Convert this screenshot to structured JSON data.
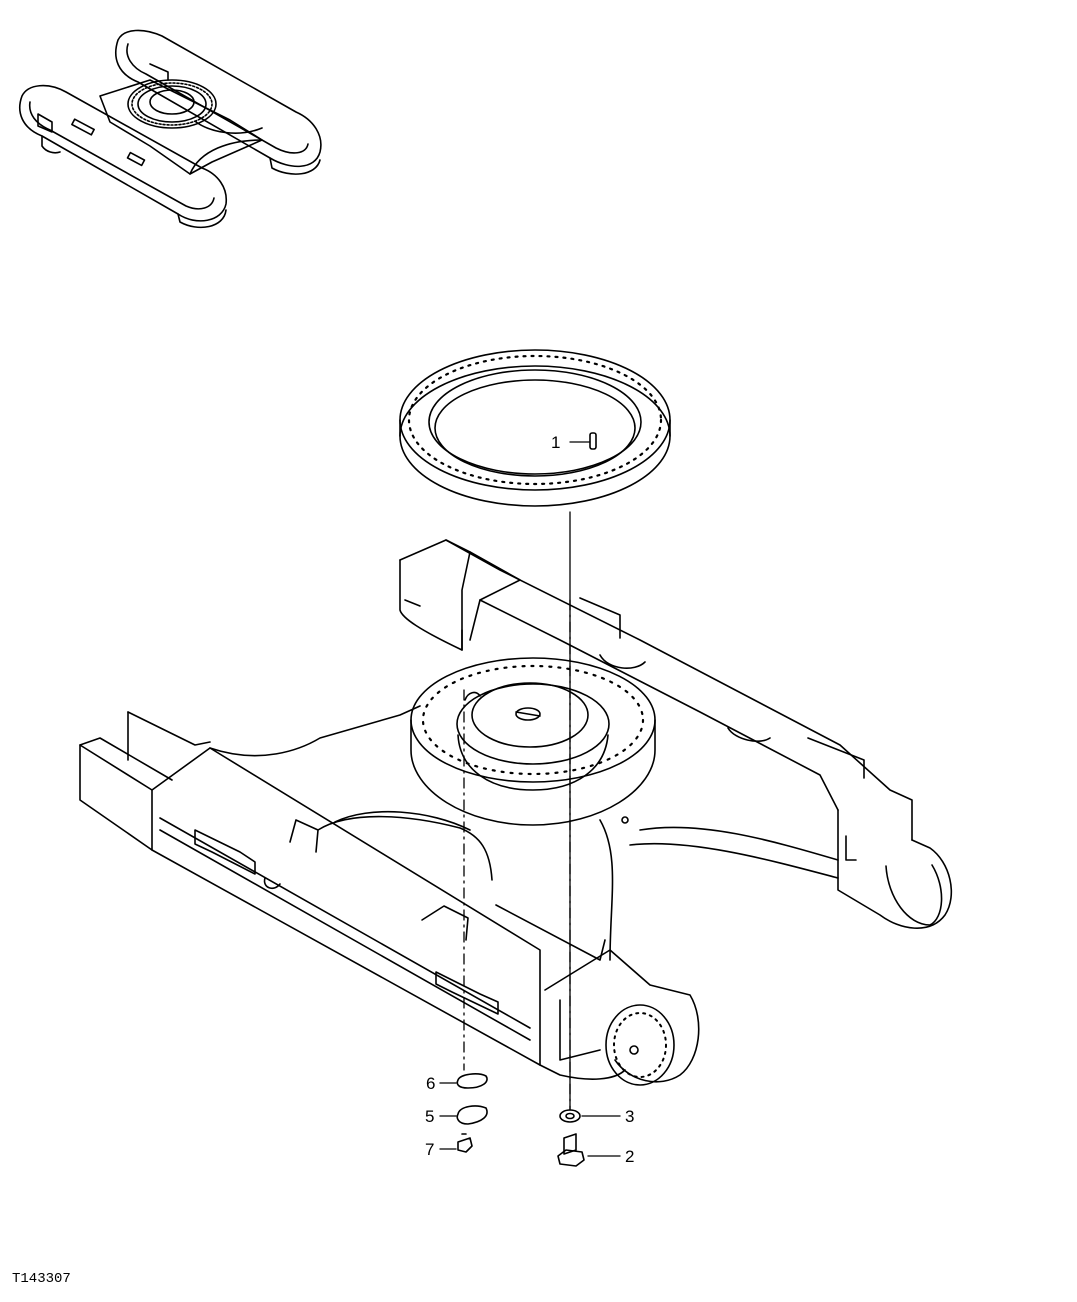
{
  "figure_id": "T143307",
  "callouts": [
    {
      "id": "c1",
      "label": "1"
    },
    {
      "id": "c2",
      "label": "2"
    },
    {
      "id": "c3",
      "label": "3"
    },
    {
      "id": "c5",
      "label": "5"
    },
    {
      "id": "c6",
      "label": "6"
    },
    {
      "id": "c7",
      "label": "7"
    }
  ],
  "colors": {
    "line": "#000000",
    "background": "#ffffff"
  }
}
